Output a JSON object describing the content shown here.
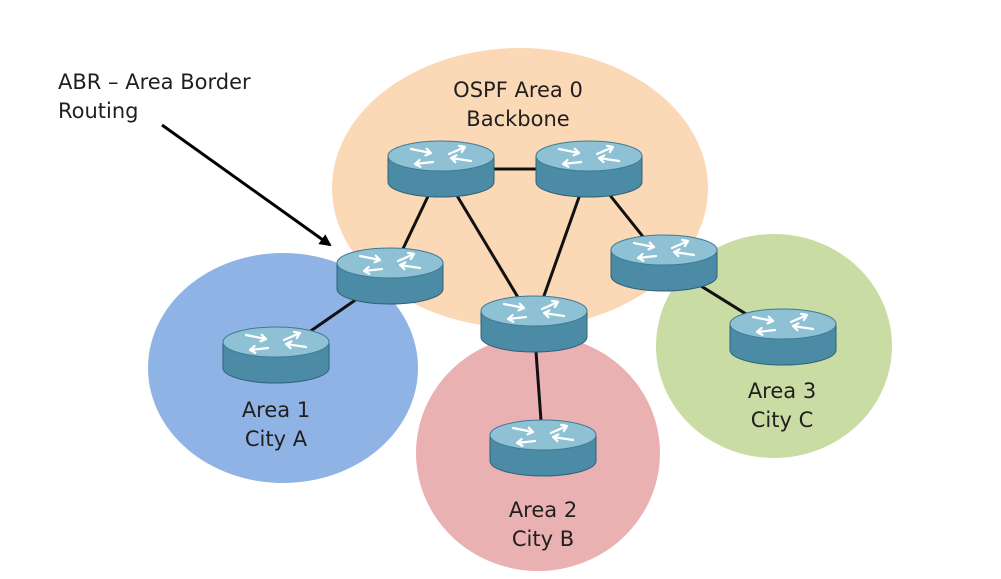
{
  "annotation": {
    "line1": "ABR – Area Border",
    "line2": "Routing"
  },
  "areas": {
    "backbone": {
      "title": "OSPF Area 0",
      "subtitle": "Backbone",
      "color": "#fcd9b6"
    },
    "area1": {
      "title": "Area 1",
      "subtitle": "City A",
      "color": "#8fb3e4"
    },
    "area2": {
      "title": "Area 2",
      "subtitle": "City B",
      "color": "#eab1b3"
    },
    "area3": {
      "title": "Area 3",
      "subtitle": "City C",
      "color": "#c9dca3"
    }
  },
  "router_colors": {
    "top": "#8fc1d4",
    "side": "#4c8ba6",
    "arrow": "#ffffff"
  },
  "routers": [
    {
      "id": "backbone-left"
    },
    {
      "id": "backbone-right"
    },
    {
      "id": "abr-area1"
    },
    {
      "id": "abr-area2"
    },
    {
      "id": "abr-area3"
    },
    {
      "id": "area1-internal"
    },
    {
      "id": "area2-internal"
    },
    {
      "id": "area3-internal"
    }
  ],
  "links": [
    [
      "backbone-left",
      "backbone-right"
    ],
    [
      "backbone-left",
      "abr-area1"
    ],
    [
      "backbone-left",
      "abr-area2"
    ],
    [
      "backbone-right",
      "abr-area2"
    ],
    [
      "backbone-right",
      "abr-area3"
    ],
    [
      "abr-area1",
      "area1-internal"
    ],
    [
      "abr-area2",
      "area2-internal"
    ],
    [
      "abr-area3",
      "area3-internal"
    ]
  ]
}
